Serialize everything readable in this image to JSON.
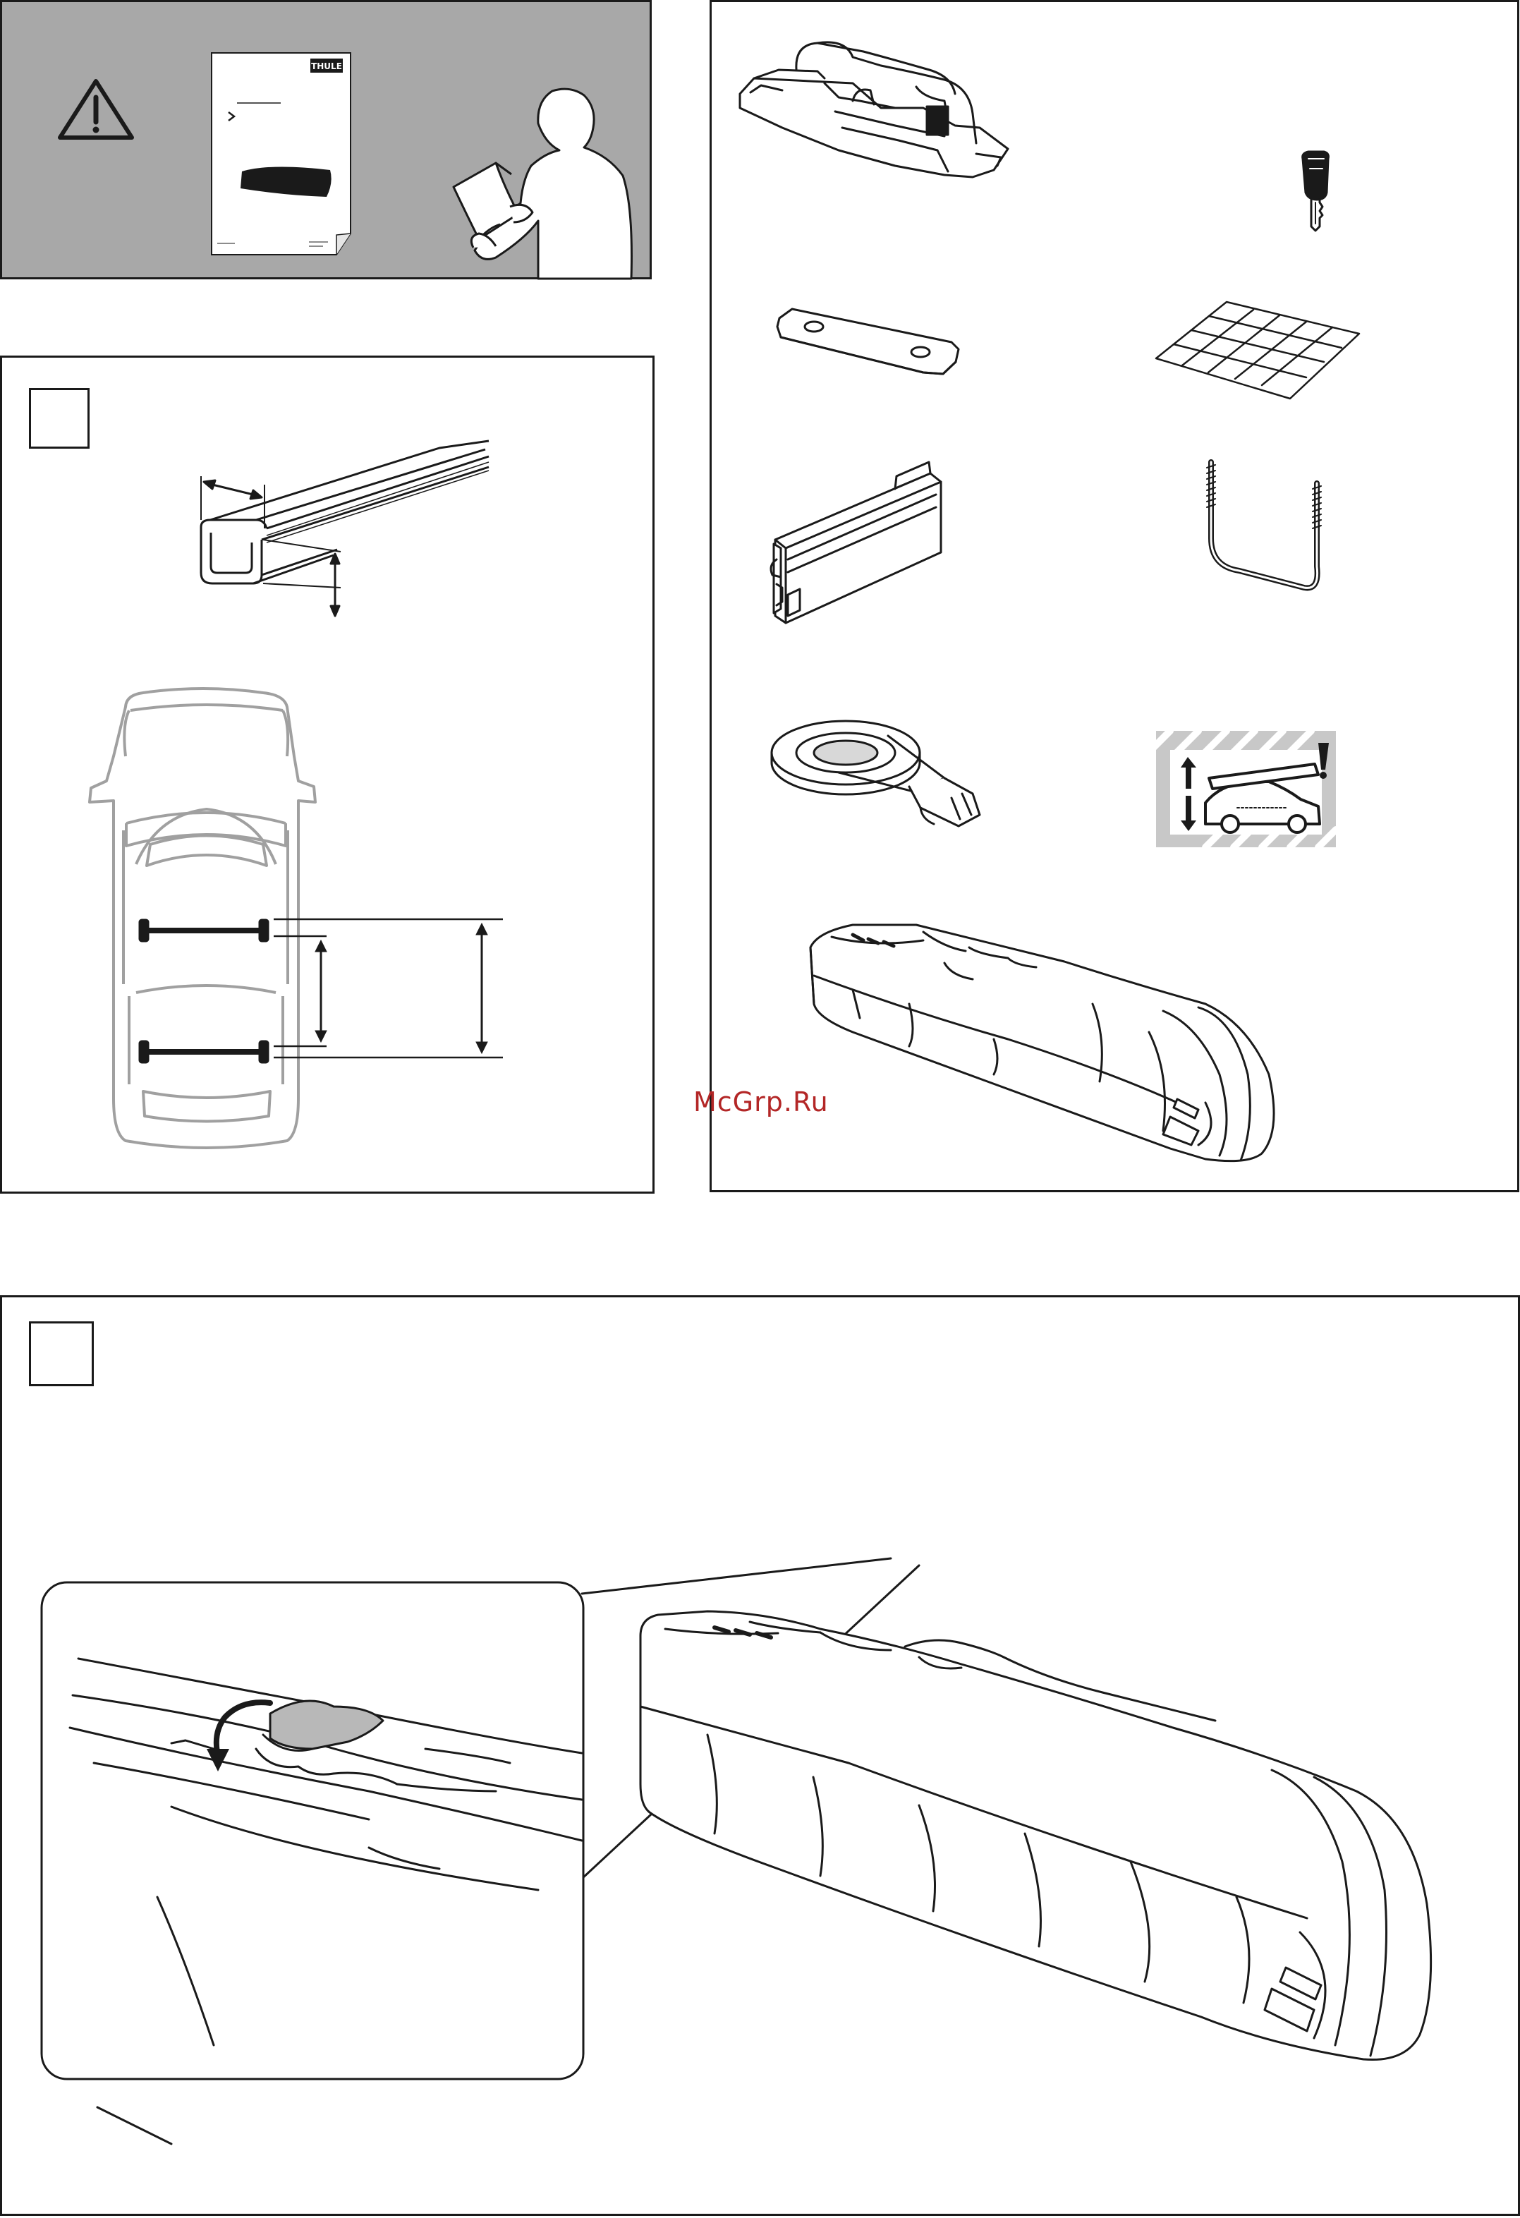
{
  "warning_panel": {
    "booklet_brand": "THULE"
  },
  "parts_panel": {
    "items": [
      {
        "name": "foot-pad"
      },
      {
        "name": "key"
      },
      {
        "name": "rubber-plate"
      },
      {
        "name": "adhesive-pads-sheet"
      },
      {
        "name": "rail-adapter"
      },
      {
        "name": "u-bolt"
      },
      {
        "name": "strap-with-buckle"
      },
      {
        "name": "height-warning-sticker"
      },
      {
        "name": "storage-bag"
      }
    ]
  },
  "step_panels": [
    {
      "step_box": ""
    },
    {
      "step_box": ""
    }
  ],
  "watermark": "McGrp.Ru",
  "colors": {
    "warning_bg": "#a8a8a8",
    "line": "#1a1a1a",
    "car_outline": "#a0a0a0",
    "watermark": "#b32626",
    "sticker_hatch": "#c8c8c8"
  }
}
